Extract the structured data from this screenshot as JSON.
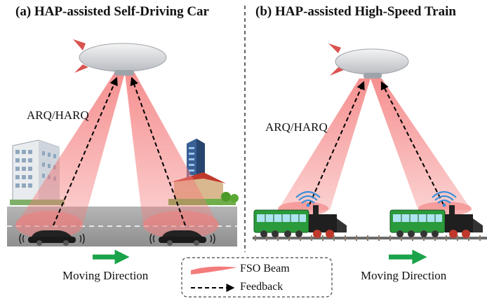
{
  "panels": {
    "left": {
      "title": "(a) HAP-assisted Self-Driving Car",
      "arq_label": "ARQ/HARQ",
      "direction_label": "Moving Direction"
    },
    "right": {
      "title": "(b) HAP-assisted High-Speed Train",
      "arq_label": "ARQ/HARQ",
      "direction_label": "Moving Direction"
    }
  },
  "legend": {
    "beam_label": "FSO Beam",
    "feedback_label": "Feedback"
  },
  "colors": {
    "beam": "#f47c7c",
    "road": "#9a9a9a",
    "arrow": "#1aa34a",
    "train_body": "#2a9a3a",
    "wifi": "#3b8fd8"
  }
}
